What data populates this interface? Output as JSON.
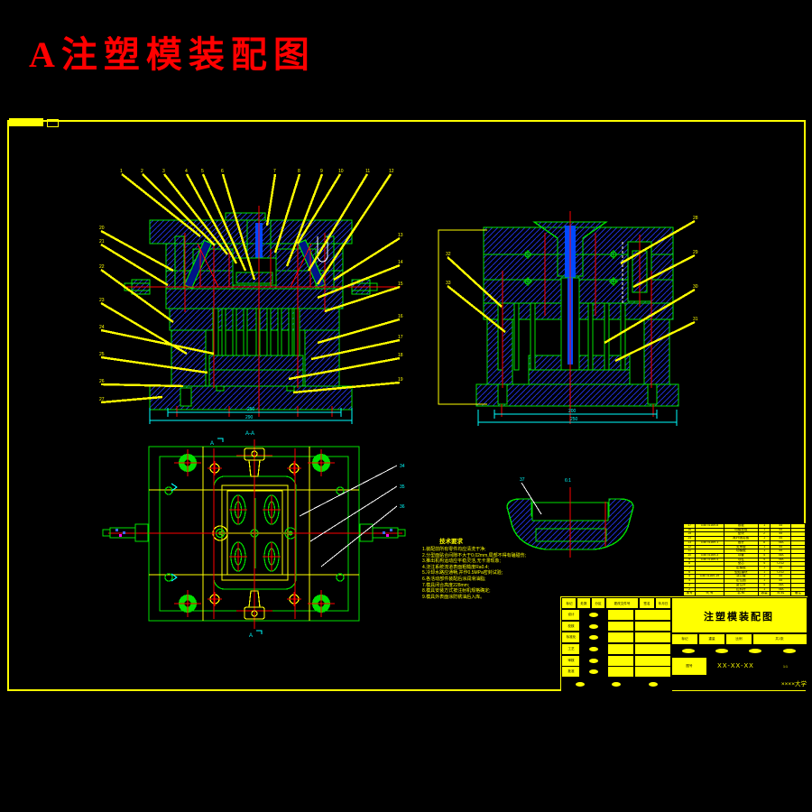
{
  "page": {
    "title": "A注塑模装配图"
  },
  "balloons": {
    "left_top": [
      "1",
      "2",
      "3",
      "4",
      "5",
      "6",
      "7",
      "8",
      "9",
      "10",
      "11",
      "12"
    ],
    "left_right": [
      "13",
      "14",
      "15",
      "16",
      "17",
      "18",
      "19"
    ],
    "left_left": [
      "20",
      "21",
      "22",
      "23",
      "24",
      "25",
      "26",
      "27"
    ],
    "right_view": [
      "28",
      "29",
      "30",
      "31",
      "32",
      "33"
    ],
    "plan": [
      "34",
      "35",
      "36"
    ],
    "part": [
      "37"
    ]
  },
  "dims": {
    "left": [
      "250",
      "290"
    ],
    "right": [
      "200",
      "250"
    ],
    "section_label": "A-A"
  },
  "plan": {
    "section_letter": "A"
  },
  "part": {
    "scale_label": "6:1"
  },
  "notes": {
    "heading": "技术要求",
    "lines": [
      "1.装配前所有零件均应清洗干净;",
      "2.分型面贴合间隙不大于0.02mm,局部不得有磕碰伤;",
      "3.推出机构运动应平稳灵活,无卡滞现象;",
      "4.浇注系统流道表面粗糙度Ra0.4;",
      "5.冷却水路应通畅,并作0.5MPa密封试验;",
      "6.各活动部件装配后涂润滑油脂;",
      "7.模具闭合高度228mm;",
      "8.模具安装方式按注射机规格确定;",
      "9.模具外表面涂防锈油后入库。"
    ]
  },
  "bom": {
    "headers": [
      "序号",
      "代  号",
      "名  称",
      "数量",
      "材 料",
      "备注"
    ],
    "rows": [
      [
        "17",
        "GB/T4169.8",
        "推板",
        "1",
        "45",
        ""
      ],
      [
        "16",
        "",
        "动模座板",
        "1",
        "45",
        ""
      ],
      [
        "15",
        "",
        "垫块",
        "2",
        "45",
        ""
      ],
      [
        "14",
        "",
        "推杆固定板",
        "1",
        "45",
        ""
      ],
      [
        "13",
        "GB/T4169.1",
        "推杆",
        "8",
        "T8A",
        ""
      ],
      [
        "12",
        "",
        "支承板",
        "1",
        "45",
        ""
      ],
      [
        "11",
        "",
        "动模板",
        "1",
        "45",
        ""
      ],
      [
        "10",
        "GB/T4169.3",
        "导套",
        "4",
        "T8A",
        ""
      ],
      [
        "9",
        "GB/T4169.4",
        "导柱",
        "4",
        "T8A",
        ""
      ],
      [
        "8",
        "",
        "型芯",
        "4",
        "Cr12",
        ""
      ],
      [
        "7",
        "",
        "定模板",
        "1",
        "45",
        ""
      ],
      [
        "6",
        "",
        "型腔镶块",
        "1",
        "Cr12",
        ""
      ],
      [
        "5",
        "GB/T4169.19",
        "浇口套",
        "1",
        "45",
        ""
      ],
      [
        "4",
        "",
        "定位圈",
        "1",
        "45",
        ""
      ],
      [
        "3",
        "",
        "复位杆",
        "4",
        "T8A",
        ""
      ],
      [
        "2",
        "",
        "拉料杆",
        "1",
        "T8A",
        ""
      ]
    ]
  },
  "titleblock": {
    "name": "注塑模装配图",
    "drawing_no": "XX-XX-XX",
    "scale_label": "比例",
    "scale": "1:1",
    "weight_label": "重量",
    "mark_label": "标记",
    "sheet": "共1张",
    "org": "××××大学",
    "rev_headers": [
      "标记",
      "处数",
      "分区",
      "更改文件号",
      "签名",
      "年月日"
    ],
    "roles": [
      "设计",
      "校核",
      "标准化",
      "工艺",
      "审核",
      "批准"
    ]
  }
}
